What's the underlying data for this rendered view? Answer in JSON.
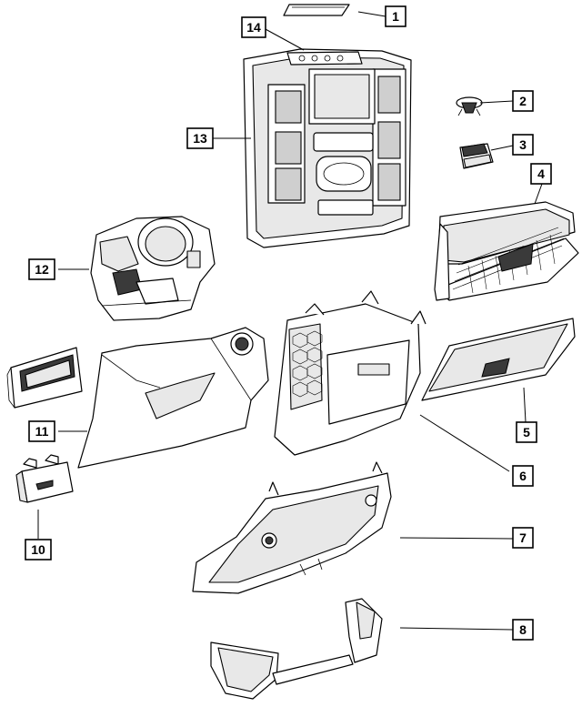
{
  "callouts": {
    "c1": "1",
    "c2": "2",
    "c3": "3",
    "c4": "4",
    "c5": "5",
    "c6": "6",
    "c7": "7",
    "c8": "8",
    "c10": "10",
    "c11": "11",
    "c12": "12",
    "c13": "13",
    "c14": "14"
  }
}
